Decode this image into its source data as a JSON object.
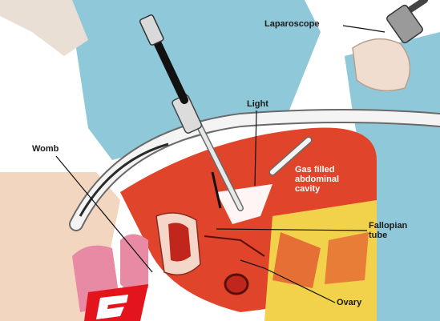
{
  "labels": {
    "laparoscope": "Laparoscope",
    "light": "Light",
    "womb": "Womb",
    "gas_cavity": [
      "Gas filled",
      "abdominal",
      "cavity"
    ],
    "fallopian_tube": [
      "Fallopian",
      "tube"
    ],
    "ovary": "Ovary"
  },
  "colors": {
    "gown": "#8fc9d9",
    "skin": "#f3d6bf",
    "cavity": "#e0452b",
    "tissue_yellow": "#f2d24a",
    "tissue_red": "#c0261c",
    "pink": "#e88aa4",
    "instrument_white": "#f4f4f4",
    "badge_red": "#e3141b"
  },
  "icons": {
    "laparoscope_tool": "laparoscope-icon",
    "light_cable": "cable-icon",
    "badge": "red-logo-mark"
  }
}
